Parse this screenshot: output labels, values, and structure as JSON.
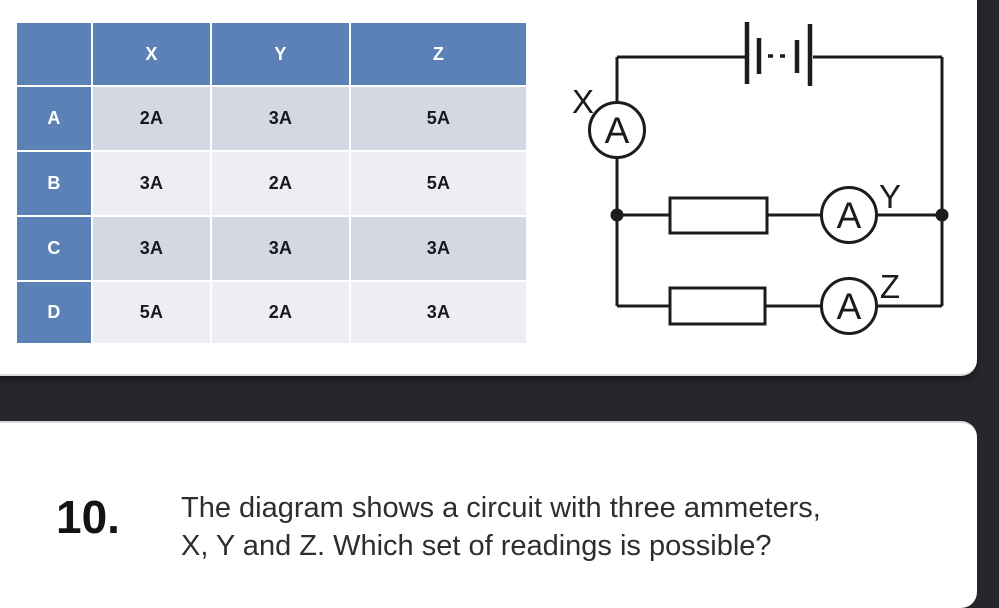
{
  "theme": {
    "background_dark": "#26272c",
    "card_bg": "#ffffff",
    "table_header_bg": "#5b81b6",
    "table_row_dark": "#d4d8e3",
    "table_row_light": "#eceef4",
    "ink": "#1c1c1c"
  },
  "table": {
    "corner_label": "",
    "col_headers": [
      "X",
      "Y",
      "Z"
    ],
    "rows": [
      {
        "label": "A",
        "values": [
          "2A",
          "3A",
          "5A"
        ]
      },
      {
        "label": "B",
        "values": [
          "3A",
          "2A",
          "5A"
        ]
      },
      {
        "label": "C",
        "values": [
          "3A",
          "3A",
          "3A"
        ]
      },
      {
        "label": "D",
        "values": [
          "5A",
          "2A",
          "3A"
        ]
      }
    ]
  },
  "circuit": {
    "ammeters": [
      {
        "label": "X",
        "symbol": "A"
      },
      {
        "label": "Y",
        "symbol": "A"
      },
      {
        "label": "Z",
        "symbol": "A"
      }
    ]
  },
  "question": {
    "number": "10.",
    "line1": "The diagram shows a circuit with three ammeters,",
    "line2": "X, Y and Z. Which set of readings is possible?"
  }
}
